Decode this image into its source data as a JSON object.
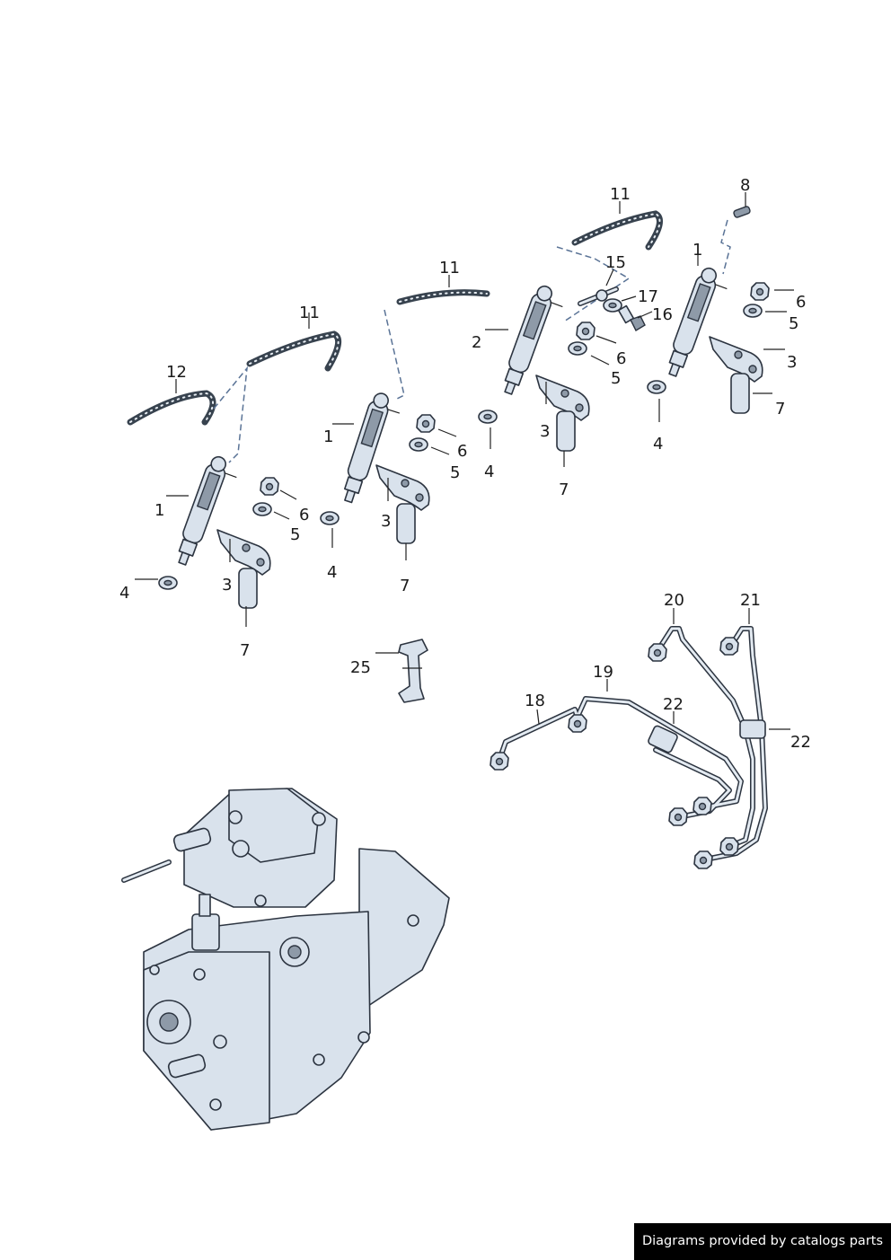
{
  "diagram": {
    "callouts": {
      "c1a": "1",
      "c1b": "1",
      "c1c": "1",
      "c2": "2",
      "c3a": "3",
      "c3b": "3",
      "c3c": "3",
      "c3d": "3",
      "c4a": "4",
      "c4b": "4",
      "c4c": "4",
      "c4d": "4",
      "c5a": "5",
      "c5b": "5",
      "c5c": "5",
      "c5d": "5",
      "c6a": "6",
      "c6b": "6",
      "c6c": "6",
      "c6d": "6",
      "c7a": "7",
      "c7b": "7",
      "c7c": "7",
      "c7d": "7",
      "c8": "8",
      "c11a": "11",
      "c11b": "11",
      "c11c": "11",
      "c12": "12",
      "c15": "15",
      "c16": "16",
      "c17": "17",
      "c18": "18",
      "c19": "19",
      "c20": "20",
      "c21": "21",
      "c22a": "22",
      "c22b": "22",
      "c25": "25"
    }
  },
  "footer": {
    "text": "Diagrams provided by catalogs parts"
  }
}
